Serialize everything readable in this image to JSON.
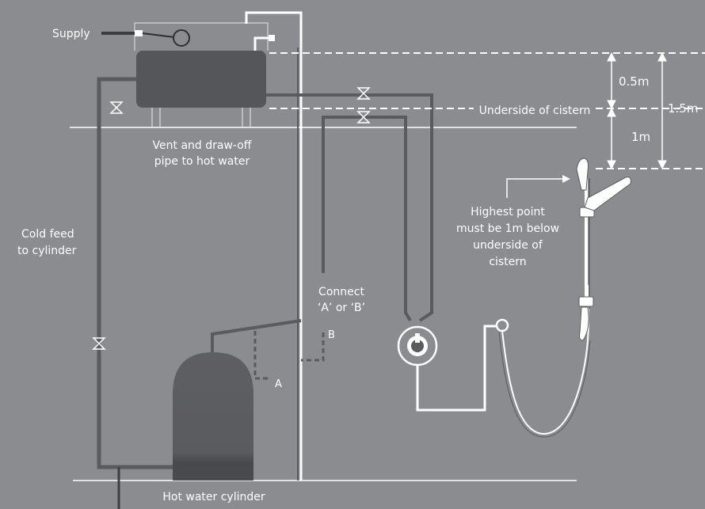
{
  "labels": {
    "supply": "Supply",
    "vent_line1": "Vent and draw-off",
    "vent_line2": "pipe to hot water",
    "cold_feed_line1": "Cold feed",
    "cold_feed_line2": "to cylinder",
    "connect_line1": "Connect",
    "connect_line2": "‘A’ or ‘B’",
    "point_a": "A",
    "point_b": "B",
    "hot_water_cylinder": "Hot water cylinder",
    "underside": "Underside of cistern",
    "highest_line1": "Highest point",
    "highest_line2": "must be 1m below",
    "highest_line3": "underside of",
    "highest_line4": "cistern"
  },
  "dimensions": {
    "upper": "0.5m",
    "total": "1.5m",
    "lower": "1m"
  },
  "colors": {
    "background": "#8a8c8f",
    "pipe_dark": "#5a5b5e",
    "pipe_white": "#ffffff",
    "cistern": "#55565a",
    "cylinder": "#5c5d60"
  }
}
